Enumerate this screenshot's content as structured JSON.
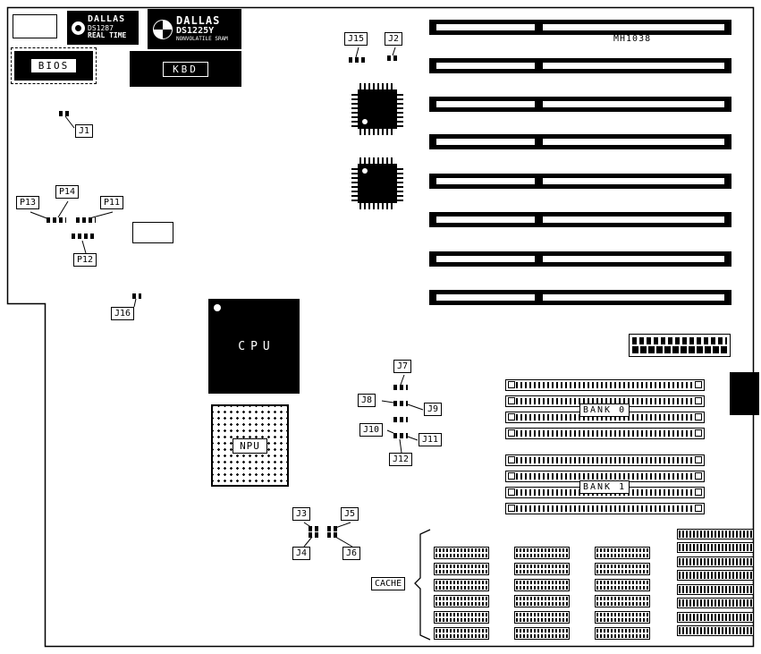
{
  "chips": {
    "rtc": {
      "brand": "DALLAS",
      "part": "DS1287",
      "desc": "REAL TIME"
    },
    "sram": {
      "brand": "DALLAS",
      "part": "DS1225Y",
      "desc": "NONVOLATILE SRAM"
    },
    "bios": "BIOS",
    "kbd": "KBD",
    "cpu": "CPU",
    "npu": "NPU"
  },
  "board": {
    "model": "MH1038",
    "bank0_label": "BANK 0",
    "bank1_label": "BANK 1",
    "cache_label": "CACHE"
  },
  "labels": {
    "j1": "J1",
    "j2": "J2",
    "j3": "J3",
    "j4": "J4",
    "j5": "J5",
    "j6": "J6",
    "j7": "J7",
    "j8": "J8",
    "j9": "J9",
    "j10": "J10",
    "j11": "J11",
    "j12": "J12",
    "j15": "J15",
    "j16": "J16",
    "p11": "P11",
    "p12": "P12",
    "p13": "P13",
    "p14": "P14"
  },
  "icons": {
    "rtc_logo": "gear-logo-icon",
    "sram_logo": "clock-logo-icon"
  }
}
